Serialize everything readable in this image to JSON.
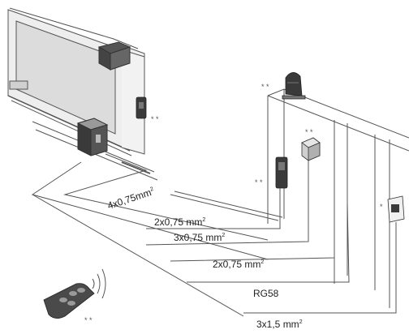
{
  "labels": {
    "cable_main": "4x0,75mm",
    "cable_a": "2x0,75 mm",
    "cable_b": "3x0,75 mm",
    "cable_c": "2x0,75 mm",
    "cable_d": "RG58",
    "cable_e": "3x1,5 mm",
    "superscript": "2"
  },
  "markers": {
    "accessory": "* *",
    "accessory_single": "*"
  },
  "colors": {
    "line": "#555555",
    "gate_fill": "#e6e6e6",
    "dark": "#3a3a3a"
  }
}
